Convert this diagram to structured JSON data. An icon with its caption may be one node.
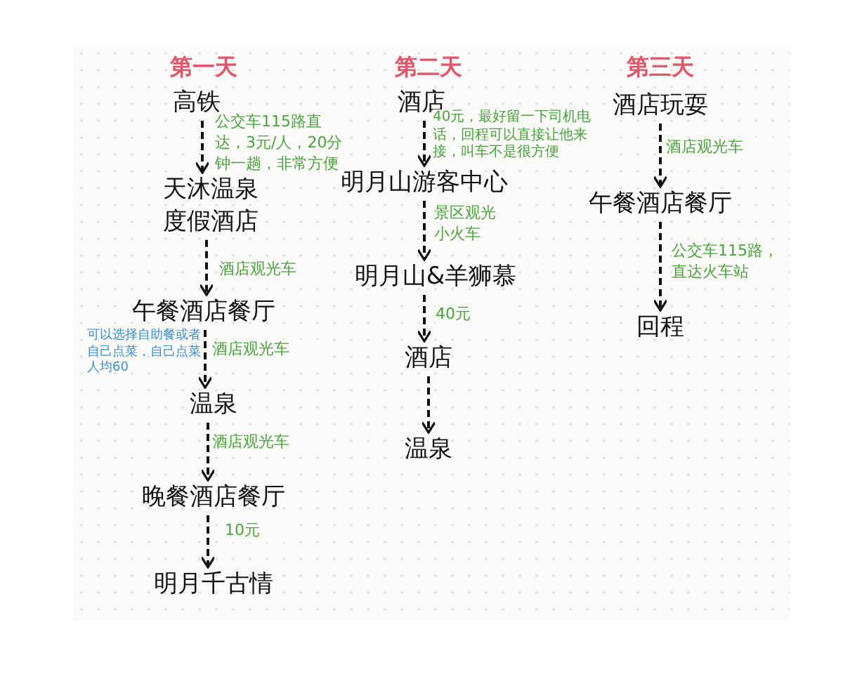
{
  "diagram": {
    "nodes": [
      {
        "text": [
          "高铁"
        ]
      },
      {
        "text": [
          "天沐温泉度假酒店"
        ]
      },
      {
        "text": [
          "午餐酒店餐厅"
        ]
      },
      {
        "text": [
          "温泉"
        ]
      },
      {
        "text": [
          "晚餐酒店餐厅"
        ]
      },
      {
        "text": [
          "明月千古情"
        ]
      },
      {
        "text": [
          "酒店"
        ]
      },
      {
        "text": [
          "明月山游客中心"
        ]
      },
      {
        "text": [
          "明月山&羊狮慕"
        ]
      },
      {
        "text": [
          "酒店"
        ]
      },
      {
        "text": [
          "温泉"
        ]
      },
      {
        "text": [
          "酒店玩耍"
        ]
      },
      {
        "text": [
          "午餐酒店餐厅"
        ]
      },
      {
        "text": [
          "回程"
        ]
      }
    ],
    "edges": [
      {
        "from": 0,
        "to": 1,
        "arrow": "to",
        "style": "dashed",
        "label": "公交车115路直达，3元/人，20分钟一趟，非常方便"
      },
      {
        "from": 1,
        "to": 2,
        "arrow": "to",
        "style": "dashed",
        "label": "酒店观光车"
      },
      {
        "from": 2,
        "to": 3,
        "arrow": "to",
        "style": "dashed",
        "label": "酒店观光车"
      },
      {
        "from": 3,
        "to": 4,
        "arrow": "to",
        "style": "dashed",
        "label": "酒店观光车"
      },
      {
        "from": 4,
        "to": 5,
        "arrow": "to",
        "style": "dashed",
        "label": "10元"
      },
      {
        "from": 6,
        "to": 7,
        "arrow": "to",
        "style": "dashed",
        "label": "40元，最好留一下司机电话，回程可以直接让他来接，叫车不是很方便"
      },
      {
        "from": 7,
        "to": 8,
        "arrow": "to",
        "style": "dashed",
        "label": "景区观光小火车"
      },
      {
        "from": 8,
        "to": 9,
        "arrow": "to",
        "style": "dashed",
        "label": "40元"
      },
      {
        "from": 9,
        "to": 10,
        "arrow": "to",
        "style": "dashed"
      },
      {
        "from": 11,
        "to": 12,
        "arrow": "to",
        "style": "dashed",
        "label": "酒店观光车"
      },
      {
        "from": 12,
        "to": 13,
        "arrow": "to",
        "style": "dashed",
        "label": "公交车115路，直达火车站"
      }
    ],
    "labels": [
      "第一天",
      "第二天",
      "第三天",
      "可以选择自助餐或者自己点菜，自己点菜人均60"
    ]
  }
}
